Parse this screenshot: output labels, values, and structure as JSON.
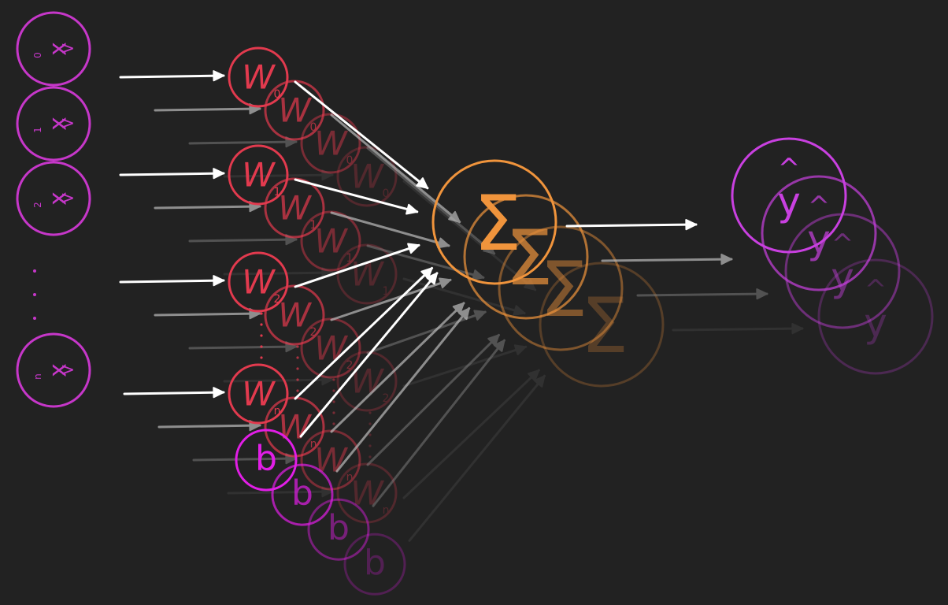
{
  "colors": {
    "background": "#222222",
    "input": "#c637c9",
    "weight": "#e23a4e",
    "bias": "#e11ee6",
    "sum": "#f0943c",
    "output": "#c940e0",
    "arrow": "#ffffff"
  },
  "inputs": [
    {
      "label": "x",
      "sub": "0"
    },
    {
      "label": "x",
      "sub": "1"
    },
    {
      "label": "x",
      "sub": "2"
    },
    {
      "label": "x",
      "sub": "n"
    }
  ],
  "weight_symbol": "W",
  "weight_subs": [
    "0",
    "1",
    "2",
    "n"
  ],
  "bias_symbol": "b",
  "sum_symbol": "Σ",
  "output_symbol": "y",
  "output_hat": "^",
  "depth_layers": 4
}
